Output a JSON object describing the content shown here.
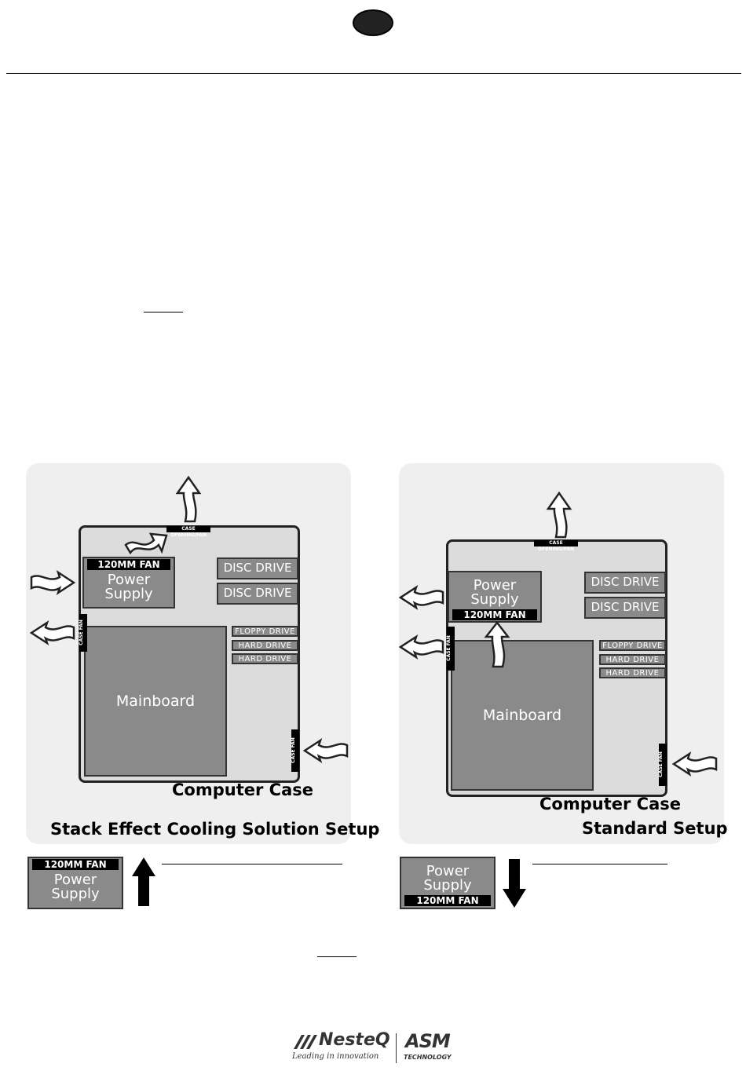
{
  "header": {
    "lang_badge": ""
  },
  "diagrams": {
    "stack": {
      "case_opening": "CASE OPENING/FAN",
      "fan": "120MM FAN",
      "psu": "Power\nSupply",
      "disc1": "DISC DRIVE",
      "disc2": "DISC DRIVE",
      "floppy": "FLOPPY DRIVE",
      "hd1": "HARD DRIVE",
      "hd2": "HARD DRIVE",
      "mainboard": "Mainboard",
      "case_fan_left": "CASE FAN",
      "case_fan_right": "CASE FAN",
      "case_label": "Computer Case",
      "title": "Stack Effect Cooling Solution Setup"
    },
    "standard": {
      "case_opening": "CASE OPENING/FAN",
      "fan": "120MM FAN",
      "psu": "Power\nSupply",
      "disc1": "DISC DRIVE",
      "disc2": "DISC DRIVE",
      "floppy": "FLOPPY DRIVE",
      "hd1": "HARD DRIVE",
      "hd2": "HARD DRIVE",
      "mainboard": "Mainboard",
      "case_fan_left": "CASE FAN",
      "case_fan_right": "CASE FAN",
      "case_label": "Computer Case",
      "title": "Standard Setup"
    }
  },
  "legend": {
    "stack": {
      "fan": "120MM FAN",
      "psu": "Power\nSupply"
    },
    "standard": {
      "fan": "120MM FAN",
      "psu": "Power\nSupply"
    }
  },
  "footer": {
    "brand1": "NesteQ",
    "tagline": "Leading in innovation",
    "brand2": "ASM",
    "brand2_sub": "TECHNOLOGY"
  }
}
